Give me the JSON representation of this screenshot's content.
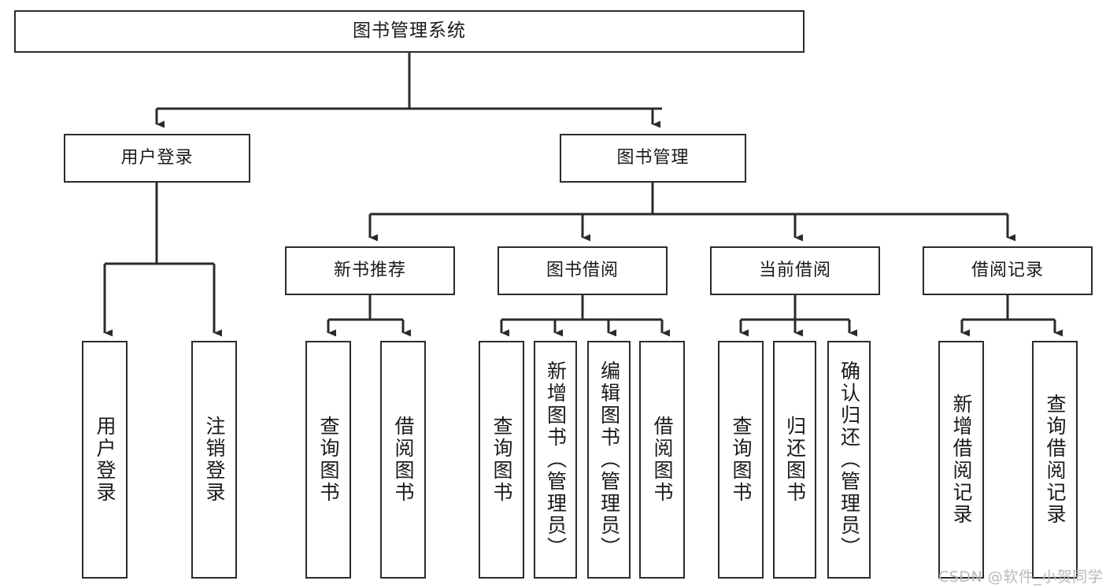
{
  "diagram": {
    "type": "tree-hierarchy",
    "title": "图书管理系统",
    "orientation": "top-down",
    "colors": {
      "box_border": "#2b2b2b",
      "box_fill": "#ffffff",
      "edge": "#2b2b2b",
      "text": "#1a1a1a",
      "watermark": "#b9b9b9"
    },
    "nodes": {
      "root": {
        "label": "图书管理系统"
      },
      "level1": [
        {
          "label": "用户登录"
        },
        {
          "label": "图书管理"
        }
      ],
      "level2": [
        {
          "label": "新书推荐"
        },
        {
          "label": "图书借阅"
        },
        {
          "label": "当前借阅"
        },
        {
          "label": "借阅记录"
        }
      ],
      "leaves_user_login": [
        {
          "label": "用户登录"
        },
        {
          "label": "注销登录"
        }
      ],
      "leaves_new_books": [
        {
          "label": "查询图书"
        },
        {
          "label": "借阅图书"
        }
      ],
      "leaves_borrow": [
        {
          "label": "查询图书"
        },
        {
          "label": "新增图书（管理员）"
        },
        {
          "label": "编辑图书（管理员）"
        },
        {
          "label": "借阅图书"
        }
      ],
      "leaves_current": [
        {
          "label": "查询图书"
        },
        {
          "label": "归还图书"
        },
        {
          "label": "确认归还（管理员）"
        }
      ],
      "leaves_records": [
        {
          "label": "新增借阅记录"
        },
        {
          "label": "查询借阅记录"
        }
      ]
    },
    "watermark": "CSDN @软件_小贺同学"
  }
}
